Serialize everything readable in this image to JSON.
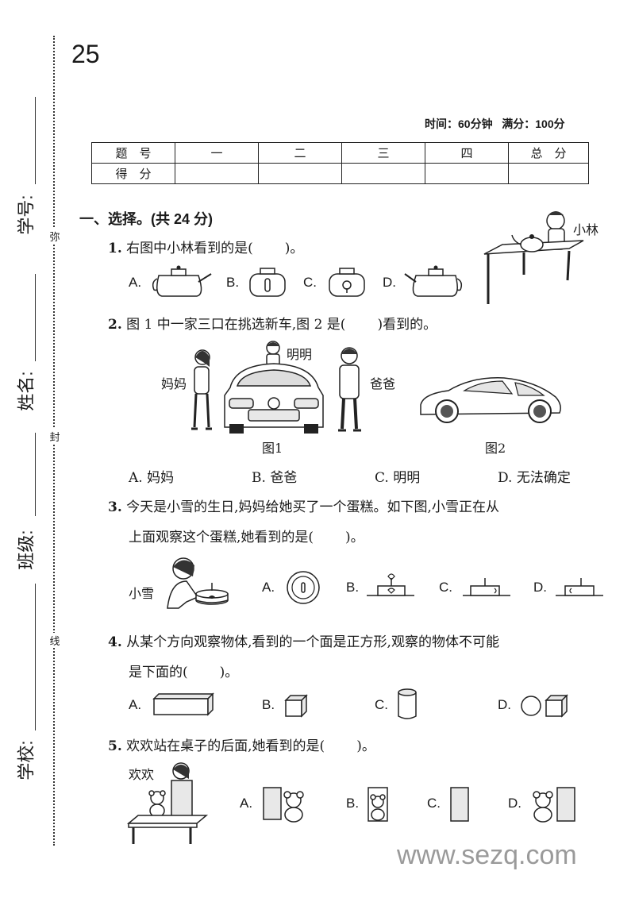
{
  "page_number": "25",
  "binding": {
    "fields": [
      "学号:",
      "姓名:",
      "班级:",
      "学校:"
    ],
    "seal_marks": [
      "弥",
      "封",
      "线"
    ]
  },
  "header_info": "时间：60分钟   满分：100分",
  "score_table": {
    "row1": [
      "题　号",
      "一",
      "二",
      "三",
      "四",
      "总　分"
    ],
    "row2": [
      "得　分",
      "",
      "",
      "",
      "",
      ""
    ]
  },
  "section1": {
    "title": "一、选择。(共 24 分)",
    "q1": {
      "num": "1.",
      "text_a": "右图中小林看到的是(",
      "text_b": ")。",
      "person_label": "小林",
      "options": [
        "A.",
        "B.",
        "C.",
        "D."
      ]
    },
    "q2": {
      "num": "2.",
      "text_a": "图 1 中一家三口在挑选新车,图 2 是(",
      "text_b": ")看到的。",
      "labels": {
        "mom": "妈妈",
        "mingming": "明明",
        "dad": "爸爸"
      },
      "fig1": "图1",
      "fig2": "图2",
      "options": [
        "A. 妈妈",
        "B. 爸爸",
        "C. 明明",
        "D. 无法确定"
      ]
    },
    "q3": {
      "num": "3.",
      "line1": "今天是小雪的生日,妈妈给她买了一个蛋糕。如下图,小雪正在从",
      "line2_a": "上面观察这个蛋糕,她看到的是(",
      "line2_b": ")。",
      "person_label": "小雪",
      "options": [
        "A.",
        "B.",
        "C.",
        "D."
      ]
    },
    "q4": {
      "num": "4.",
      "line1": "从某个方向观察物体,看到的一个面是正方形,观察的物体不可能",
      "line2_a": "是下面的(",
      "line2_b": ")。",
      "options": [
        "A.",
        "B.",
        "C.",
        "D."
      ]
    },
    "q5": {
      "num": "5.",
      "text_a": "欢欢站在桌子的后面,她看到的是(",
      "text_b": ")。",
      "person_label": "欢欢",
      "options": [
        "A.",
        "B.",
        "C.",
        "D."
      ]
    }
  },
  "watermark": "www.sezq.com"
}
